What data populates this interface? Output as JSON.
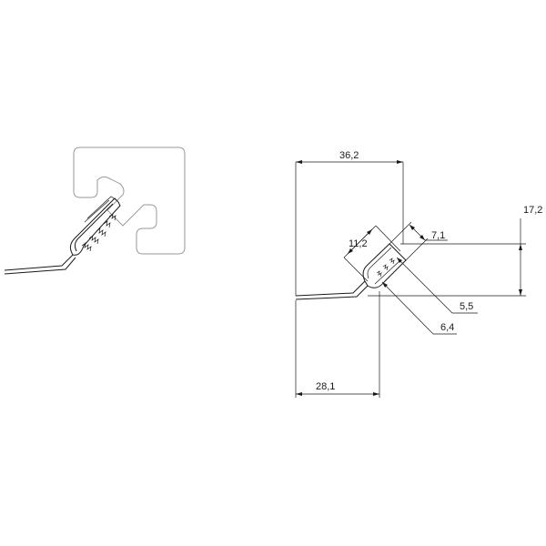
{
  "dimensions": {
    "overall_width": "36,2",
    "overall_height": "17,2",
    "lower_width": "28,1",
    "diag_width": "11,2",
    "groove_width": "7,1",
    "depth_55": "5,5",
    "radius_64": "6,4"
  }
}
